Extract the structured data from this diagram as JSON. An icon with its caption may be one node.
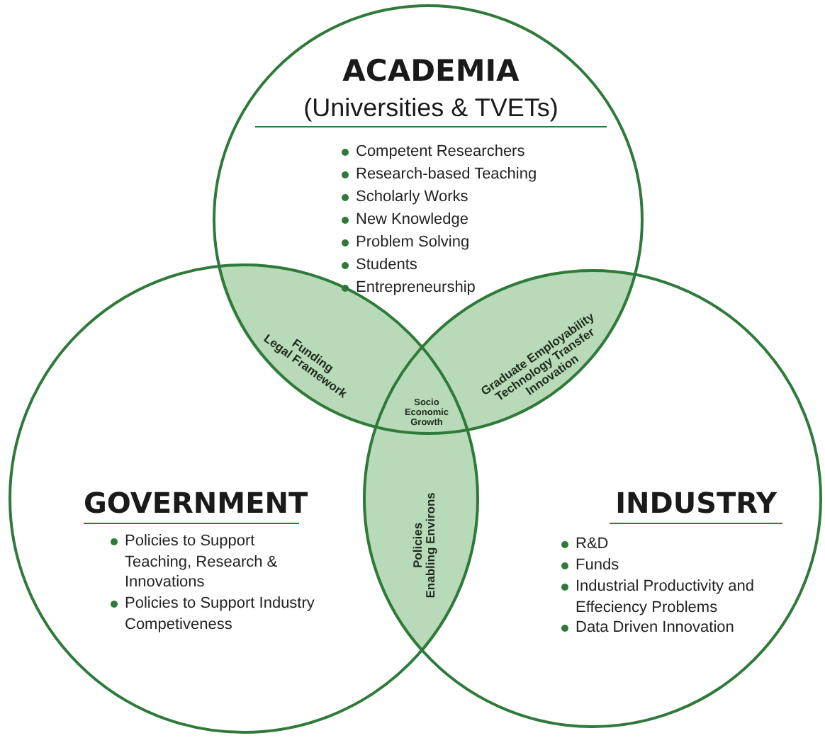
{
  "diagram": {
    "nodes": [
      {
        "text": [
          "ACADEMIA",
          "(Universities & TVETs)",
          "Competent Researchers",
          "Research-based Teaching",
          "Scholarly Works",
          "New Knowledge",
          "Problem Solving",
          "Students",
          "Entrepreneurship"
        ]
      },
      {
        "text": [
          "GOVERNMENT",
          "Policies to Support Teaching, Research & Innovations",
          "Policies to Support Industry Competiveness"
        ]
      },
      {
        "text": [
          "INDUSTRY",
          "R&D",
          "Funds",
          "Industrial Productivity and Effeciency Problems",
          "Data Driven Innovation"
        ]
      },
      {
        "text": [
          "Funding",
          "Legal Framework"
        ]
      },
      {
        "text": [
          "Graduate Employability",
          "Technology Transfer",
          "Innovation"
        ]
      },
      {
        "text": [
          "Socio Economic Growth"
        ]
      },
      {
        "text": [
          "Policies",
          "Enabling Environs"
        ]
      }
    ]
  }
}
